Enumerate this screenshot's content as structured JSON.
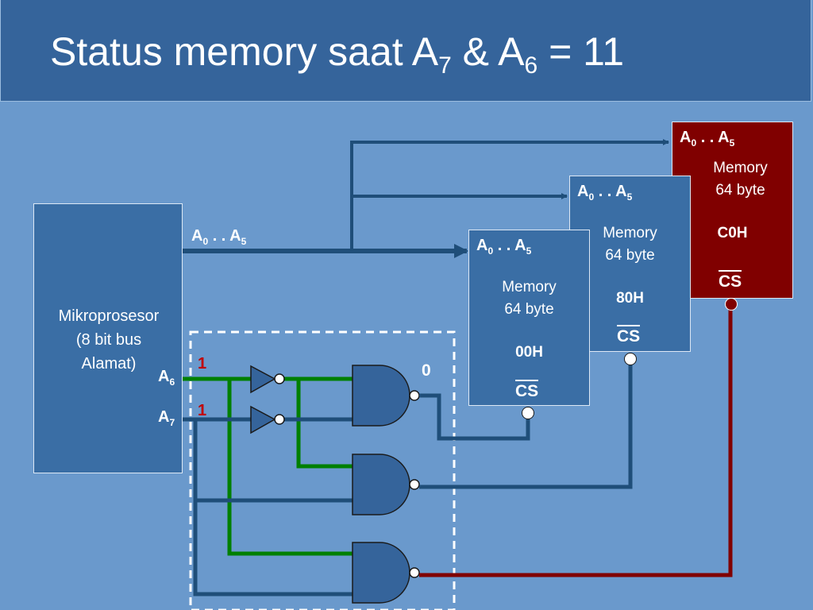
{
  "title": {
    "part1": "Status memory saat A",
    "sub1": "7",
    "part2": " & A",
    "sub2": "6",
    "part3": " = 11"
  },
  "cpu": {
    "label": "Mikroprosesor\n(8 bit bus\nAlamat)"
  },
  "bus": {
    "label_main": "A",
    "sub_start": "0",
    "dots": " . . A",
    "sub_end": "5"
  },
  "pins": {
    "a6": {
      "letter": "A",
      "sub": "6",
      "bit": "1"
    },
    "a7": {
      "letter": "A",
      "sub": "7",
      "bit": "1"
    }
  },
  "output_zero": "0",
  "memories": [
    {
      "addr_a": "A",
      "addr_s0": "0",
      "addr_dots": " . . A",
      "addr_s5": "5",
      "text": "Memory\n64 byte",
      "hex": "00H",
      "cs": "CS"
    },
    {
      "addr_a": "A",
      "addr_s0": "0",
      "addr_dots": " . . A",
      "addr_s5": "5",
      "text": "Memory\n64 byte",
      "hex": "80H",
      "cs": "CS"
    },
    {
      "addr_a": "A",
      "addr_s0": "0",
      "addr_dots": " . . A",
      "addr_s5": "5",
      "text": "Memory\n64 byte",
      "hex": "C0H",
      "cs": "CS"
    }
  ],
  "colors": {
    "background": "#6a99cc",
    "title_bar": "#35649b",
    "bus_line": "#1f4e79",
    "green_line": "#008000",
    "active_red": "#800000",
    "red_bit": "#c00000",
    "memory_box": "#3a6ea5"
  }
}
